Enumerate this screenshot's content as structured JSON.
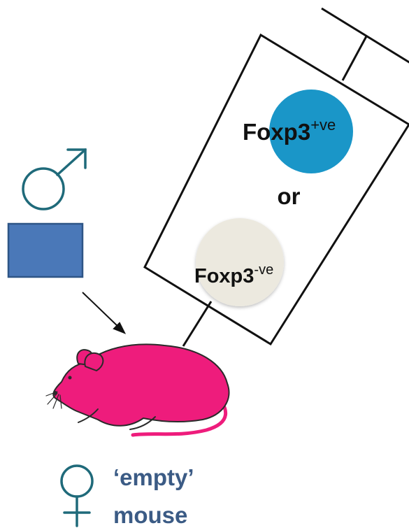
{
  "labels": {
    "foxp3_pos_base": "Foxp3",
    "foxp3_pos_sup": "+ve",
    "or_text": "or",
    "foxp3_neg_base": "Foxp3",
    "foxp3_neg_sup": "-ve",
    "empty_line1": "‘empty’",
    "empty_line2": "mouse"
  },
  "colors": {
    "male_symbol": "#1f6a7a",
    "male_box_fill": "#4a78b8",
    "male_box_stroke": "#2e5586",
    "foxp3_pos_circle": "#1a96c8",
    "foxp3_neg_circle": "#ece9df",
    "mouse_body": "#ee1c7c",
    "mouse_outline": "#2a2a2a",
    "empty_text": "#3b5b85",
    "female_symbol": "#1f6a7a",
    "text_dark": "#111111"
  },
  "icons": {
    "male": "male-symbol-icon",
    "female": "female-symbol-icon",
    "arrow": "arrow-icon",
    "mouse": "mouse-icon",
    "syringe": "syringe-icon"
  }
}
